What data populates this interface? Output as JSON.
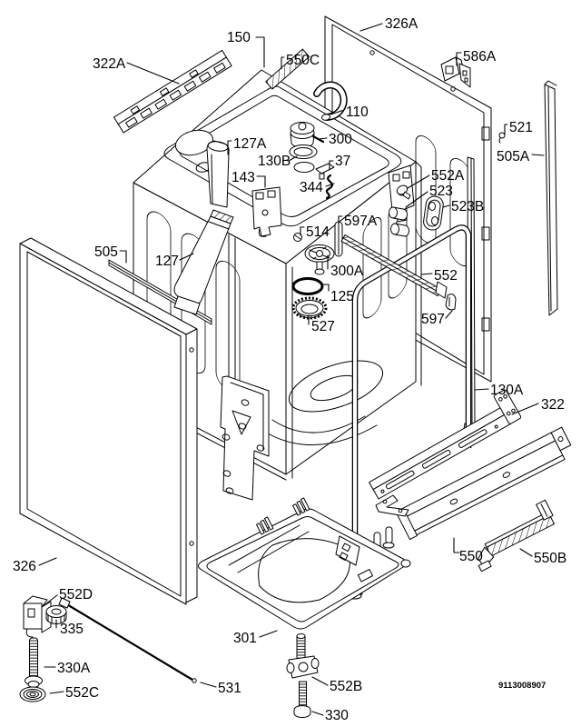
{
  "document": {
    "type": "exploded-parts-diagram",
    "subject": "dishwasher housing assembly",
    "part_number": "9113008907",
    "background_color": "#ffffff",
    "line_color": "#000000"
  },
  "callouts": [
    {
      "label": "322A"
    },
    {
      "label": "150"
    },
    {
      "label": "326A"
    },
    {
      "label": "586A"
    },
    {
      "label": "550C"
    },
    {
      "label": "110"
    },
    {
      "label": "300"
    },
    {
      "label": "127A"
    },
    {
      "label": "130B"
    },
    {
      "label": "37"
    },
    {
      "label": "143"
    },
    {
      "label": "344"
    },
    {
      "label": "552A"
    },
    {
      "label": "523"
    },
    {
      "label": "523B"
    },
    {
      "label": "521"
    },
    {
      "label": "505A"
    },
    {
      "label": "514"
    },
    {
      "label": "597A"
    },
    {
      "label": "505"
    },
    {
      "label": "127"
    },
    {
      "label": "300A"
    },
    {
      "label": "552"
    },
    {
      "label": "125"
    },
    {
      "label": "597"
    },
    {
      "label": "527"
    },
    {
      "label": "130A"
    },
    {
      "label": "322"
    },
    {
      "label": "326"
    },
    {
      "label": "552D"
    },
    {
      "label": "335"
    },
    {
      "label": "330A"
    },
    {
      "label": "552C"
    },
    {
      "label": "531"
    },
    {
      "label": "301"
    },
    {
      "label": "552B"
    },
    {
      "label": "330"
    },
    {
      "label": "550"
    },
    {
      "label": "550B"
    }
  ]
}
